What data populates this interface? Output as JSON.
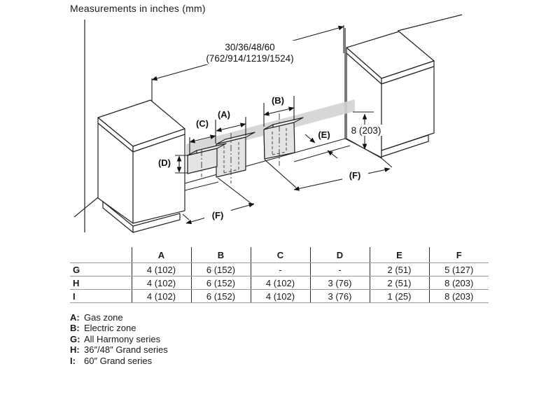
{
  "title": "Measurements in inches (mm)",
  "diagram": {
    "top_dim": {
      "line1": "30/36/48/60",
      "line2": "(762/914/1219/1524)"
    },
    "labels": {
      "a": "(A)",
      "b": "(B)",
      "c": "(C)",
      "d": "(D)",
      "e": "(E)",
      "f": "(F)"
    },
    "height_dim": "8 (203)",
    "band_color": "#d3d3d3"
  },
  "table": {
    "columns": [
      "A",
      "B",
      "C",
      "D",
      "E",
      "F"
    ],
    "rows": [
      {
        "label": "G",
        "values": [
          "4 (102)",
          "6 (152)",
          "-",
          "-",
          "2 (51)",
          "5 (127)"
        ]
      },
      {
        "label": "H",
        "values": [
          "4 (102)",
          "6 (152)",
          "4 (102)",
          "3 (76)",
          "2 (51)",
          "8 (203)"
        ]
      },
      {
        "label": "I",
        "values": [
          "4 (102)",
          "6 (152)",
          "4 (102)",
          "3 (76)",
          "1 (25)",
          "8 (203)"
        ]
      }
    ]
  },
  "legend": [
    {
      "key": "A:",
      "text": "Gas zone"
    },
    {
      "key": "B:",
      "text": "Electric zone"
    },
    {
      "key": "G:",
      "text": "All Harmony series"
    },
    {
      "key": "H:",
      "text": "36″/48″ Grand series"
    },
    {
      "key": "I:",
      "text": "60″ Grand series"
    }
  ]
}
